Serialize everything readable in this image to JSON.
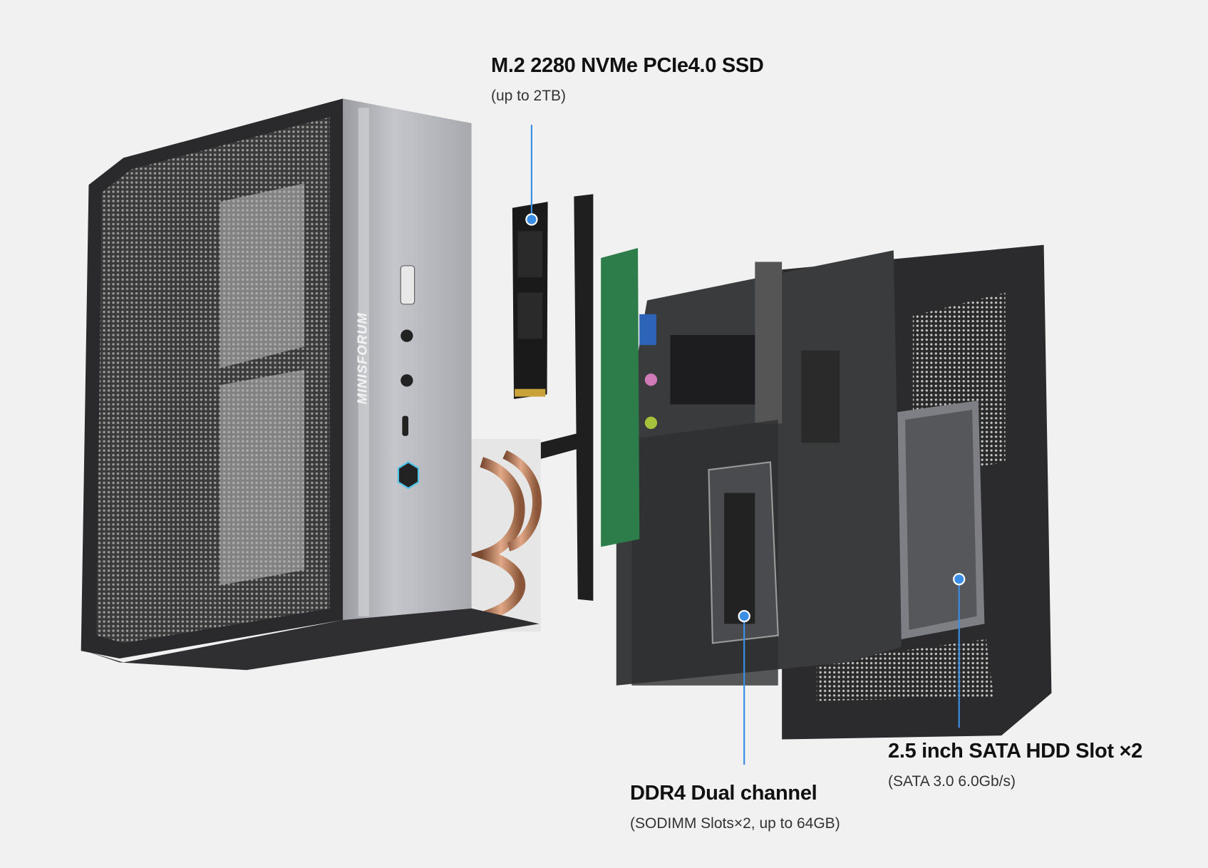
{
  "brand_logo_text": "MINISFORUM",
  "accent_color": "#3a8ee6",
  "callouts": [
    {
      "id": "ssd",
      "title": "M.2 2280 NVMe PCIe4.0 SSD",
      "subtitle": "(up to 2TB)"
    },
    {
      "id": "hdd",
      "title": "2.5 inch SATA HDD Slot ×2",
      "subtitle": "(SATA 3.0 6.0Gb/s)"
    },
    {
      "id": "ram",
      "title": "DDR4 Dual channel",
      "subtitle": "(SODIMM Slots×2, up to 64GB)"
    }
  ]
}
